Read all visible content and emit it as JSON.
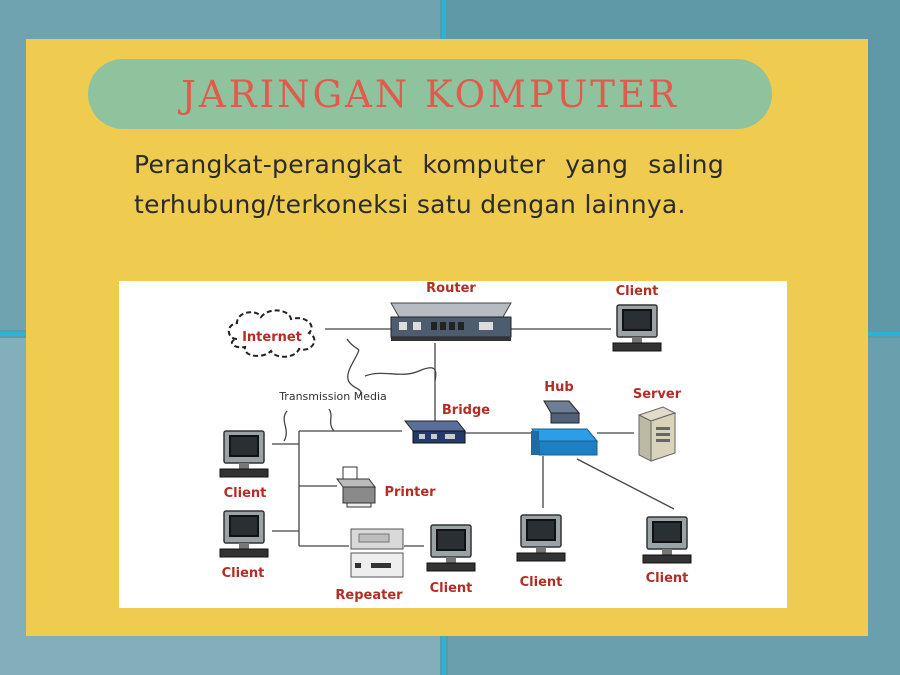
{
  "slide": {
    "title": "JARINGAN KOMPUTER",
    "description": "Perangkat-perangkat komputer yang saling terhubung/terkoneksi satu dengan lainnya."
  },
  "diagram": {
    "nodes": {
      "internet": "Internet",
      "router": "Router",
      "client_top": "Client",
      "transmission": "Transmission Media",
      "bridge": "Bridge",
      "hub": "Hub",
      "server": "Server",
      "client_left_1": "Client",
      "printer": "Printer",
      "client_left_2": "Client",
      "repeater": "Repeater",
      "client_bottom_1": "Client",
      "client_bottom_2": "Client",
      "client_bottom_3": "Client"
    }
  },
  "colors": {
    "card": "#efcc4f",
    "pill": "#8fc39d",
    "title": "#e25a4b",
    "label": "#b32d25"
  }
}
